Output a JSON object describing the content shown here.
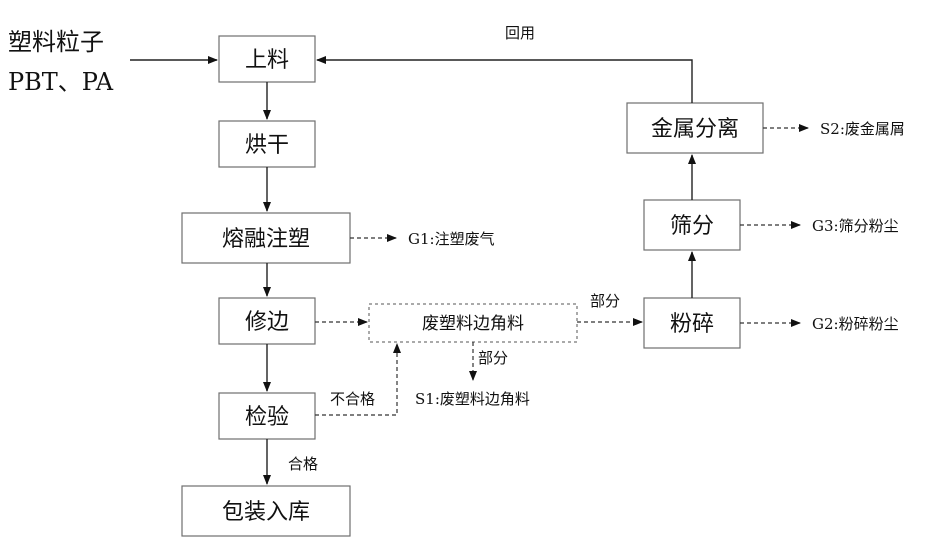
{
  "input": {
    "line1": "塑料粒子",
    "line2": "PBT、PA"
  },
  "steps": {
    "feed": "上料",
    "dry": "烘干",
    "mold": "熔融注塑",
    "trim": "修边",
    "inspect": "检验",
    "pack": "包装入库",
    "scrap": "废塑料边角料",
    "crush": "粉碎",
    "sieve": "筛分",
    "metal_sep": "金属分离"
  },
  "labels": {
    "reuse": "回用",
    "part_to_crush": "部分",
    "part_down": "部分",
    "unqualified": "不合格",
    "qualified": "合格"
  },
  "emissions": {
    "g1": "G1:注塑废气",
    "s1": "S1:废塑料边角料",
    "g2": "G2:粉碎粉尘",
    "g3": "G3:筛分粉尘",
    "s2": "S2:废金属屑"
  },
  "colors": {
    "line": "#222222",
    "box_border": "#6f6f6f",
    "background": "#ffffff"
  }
}
